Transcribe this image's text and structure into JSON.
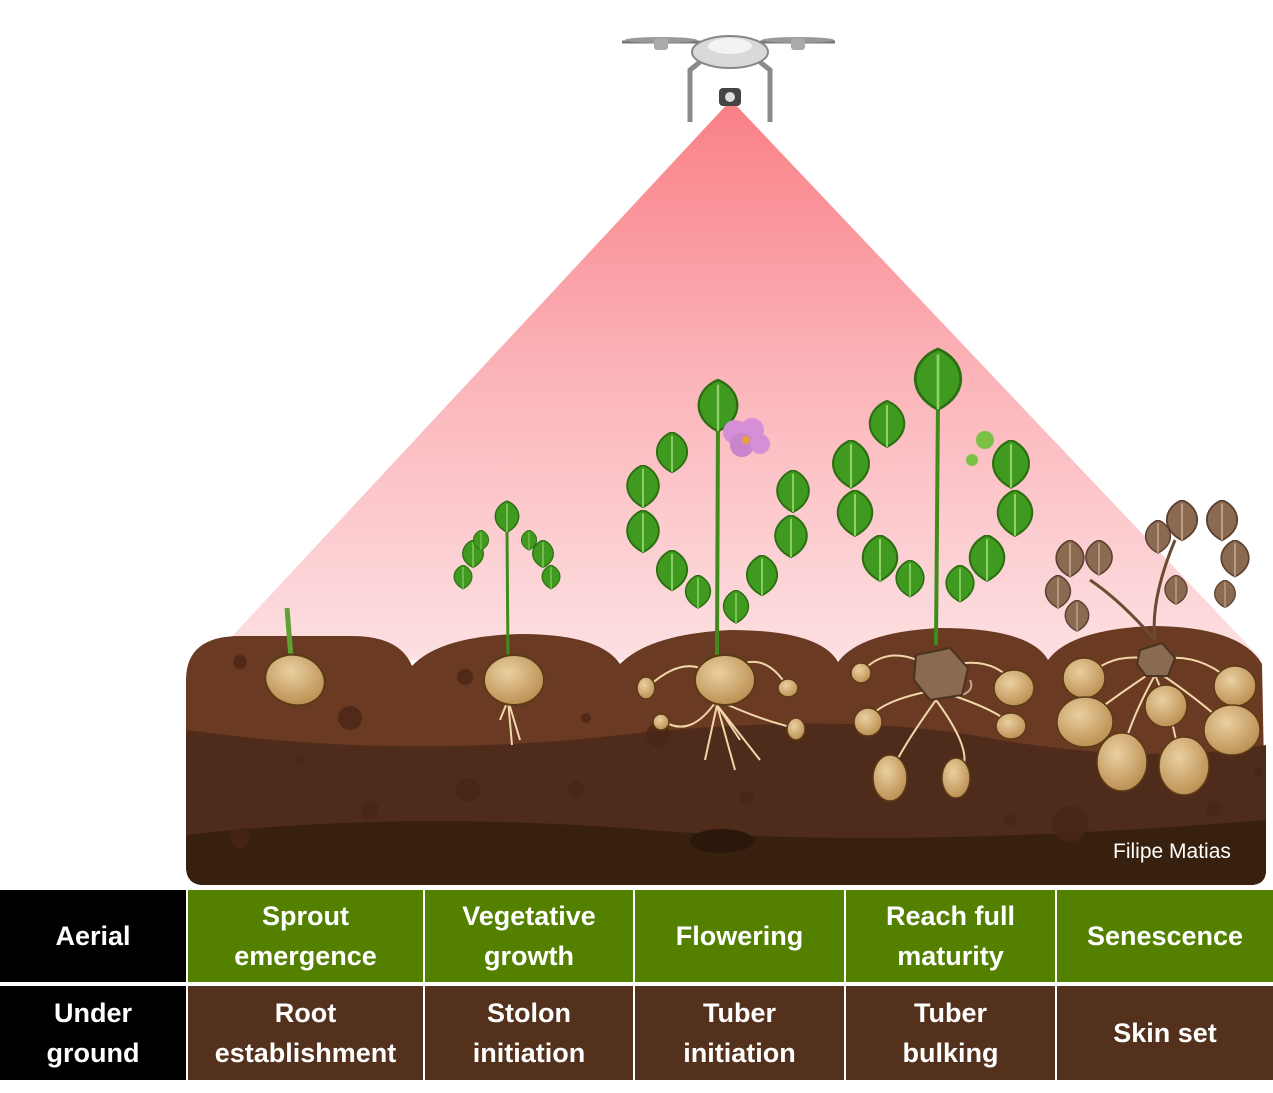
{
  "credit": "Filipe Matias",
  "colors": {
    "aerial_row": "#548000",
    "underground_row": "#54311d",
    "header_cells": "#000000",
    "sensor_beam": "#f7a0a6",
    "soil_top": "#6b3a22",
    "leaf": "#3f9a1f",
    "senescent_leaf": "#8b6a52",
    "tuber": "#d9b57a"
  },
  "table": {
    "aerial_label": "Aerial",
    "underground_label_line1": "Under",
    "underground_label_line2": "ground",
    "stages": [
      {
        "aerial_line1": "Sprout",
        "aerial_line2": "emergence",
        "underground_line1": "Root",
        "underground_line2": "establishment"
      },
      {
        "aerial_line1": "Vegetative",
        "aerial_line2": "growth",
        "underground_line1": "Stolon",
        "underground_line2": "initiation"
      },
      {
        "aerial_line1": "Flowering",
        "aerial_line2": "",
        "underground_line1": "Tuber",
        "underground_line2": "initiation"
      },
      {
        "aerial_line1": "Reach full",
        "aerial_line2": "maturity",
        "underground_line1": "Tuber",
        "underground_line2": "bulking"
      },
      {
        "aerial_line1": "Senescence",
        "aerial_line2": "",
        "underground_line1": "Skin set",
        "underground_line2": ""
      }
    ]
  },
  "icons": {
    "drone": "drone-icon",
    "beam": "sensor-beam",
    "flower": "flower-icon",
    "tuber": "potato-tuber-icon"
  }
}
